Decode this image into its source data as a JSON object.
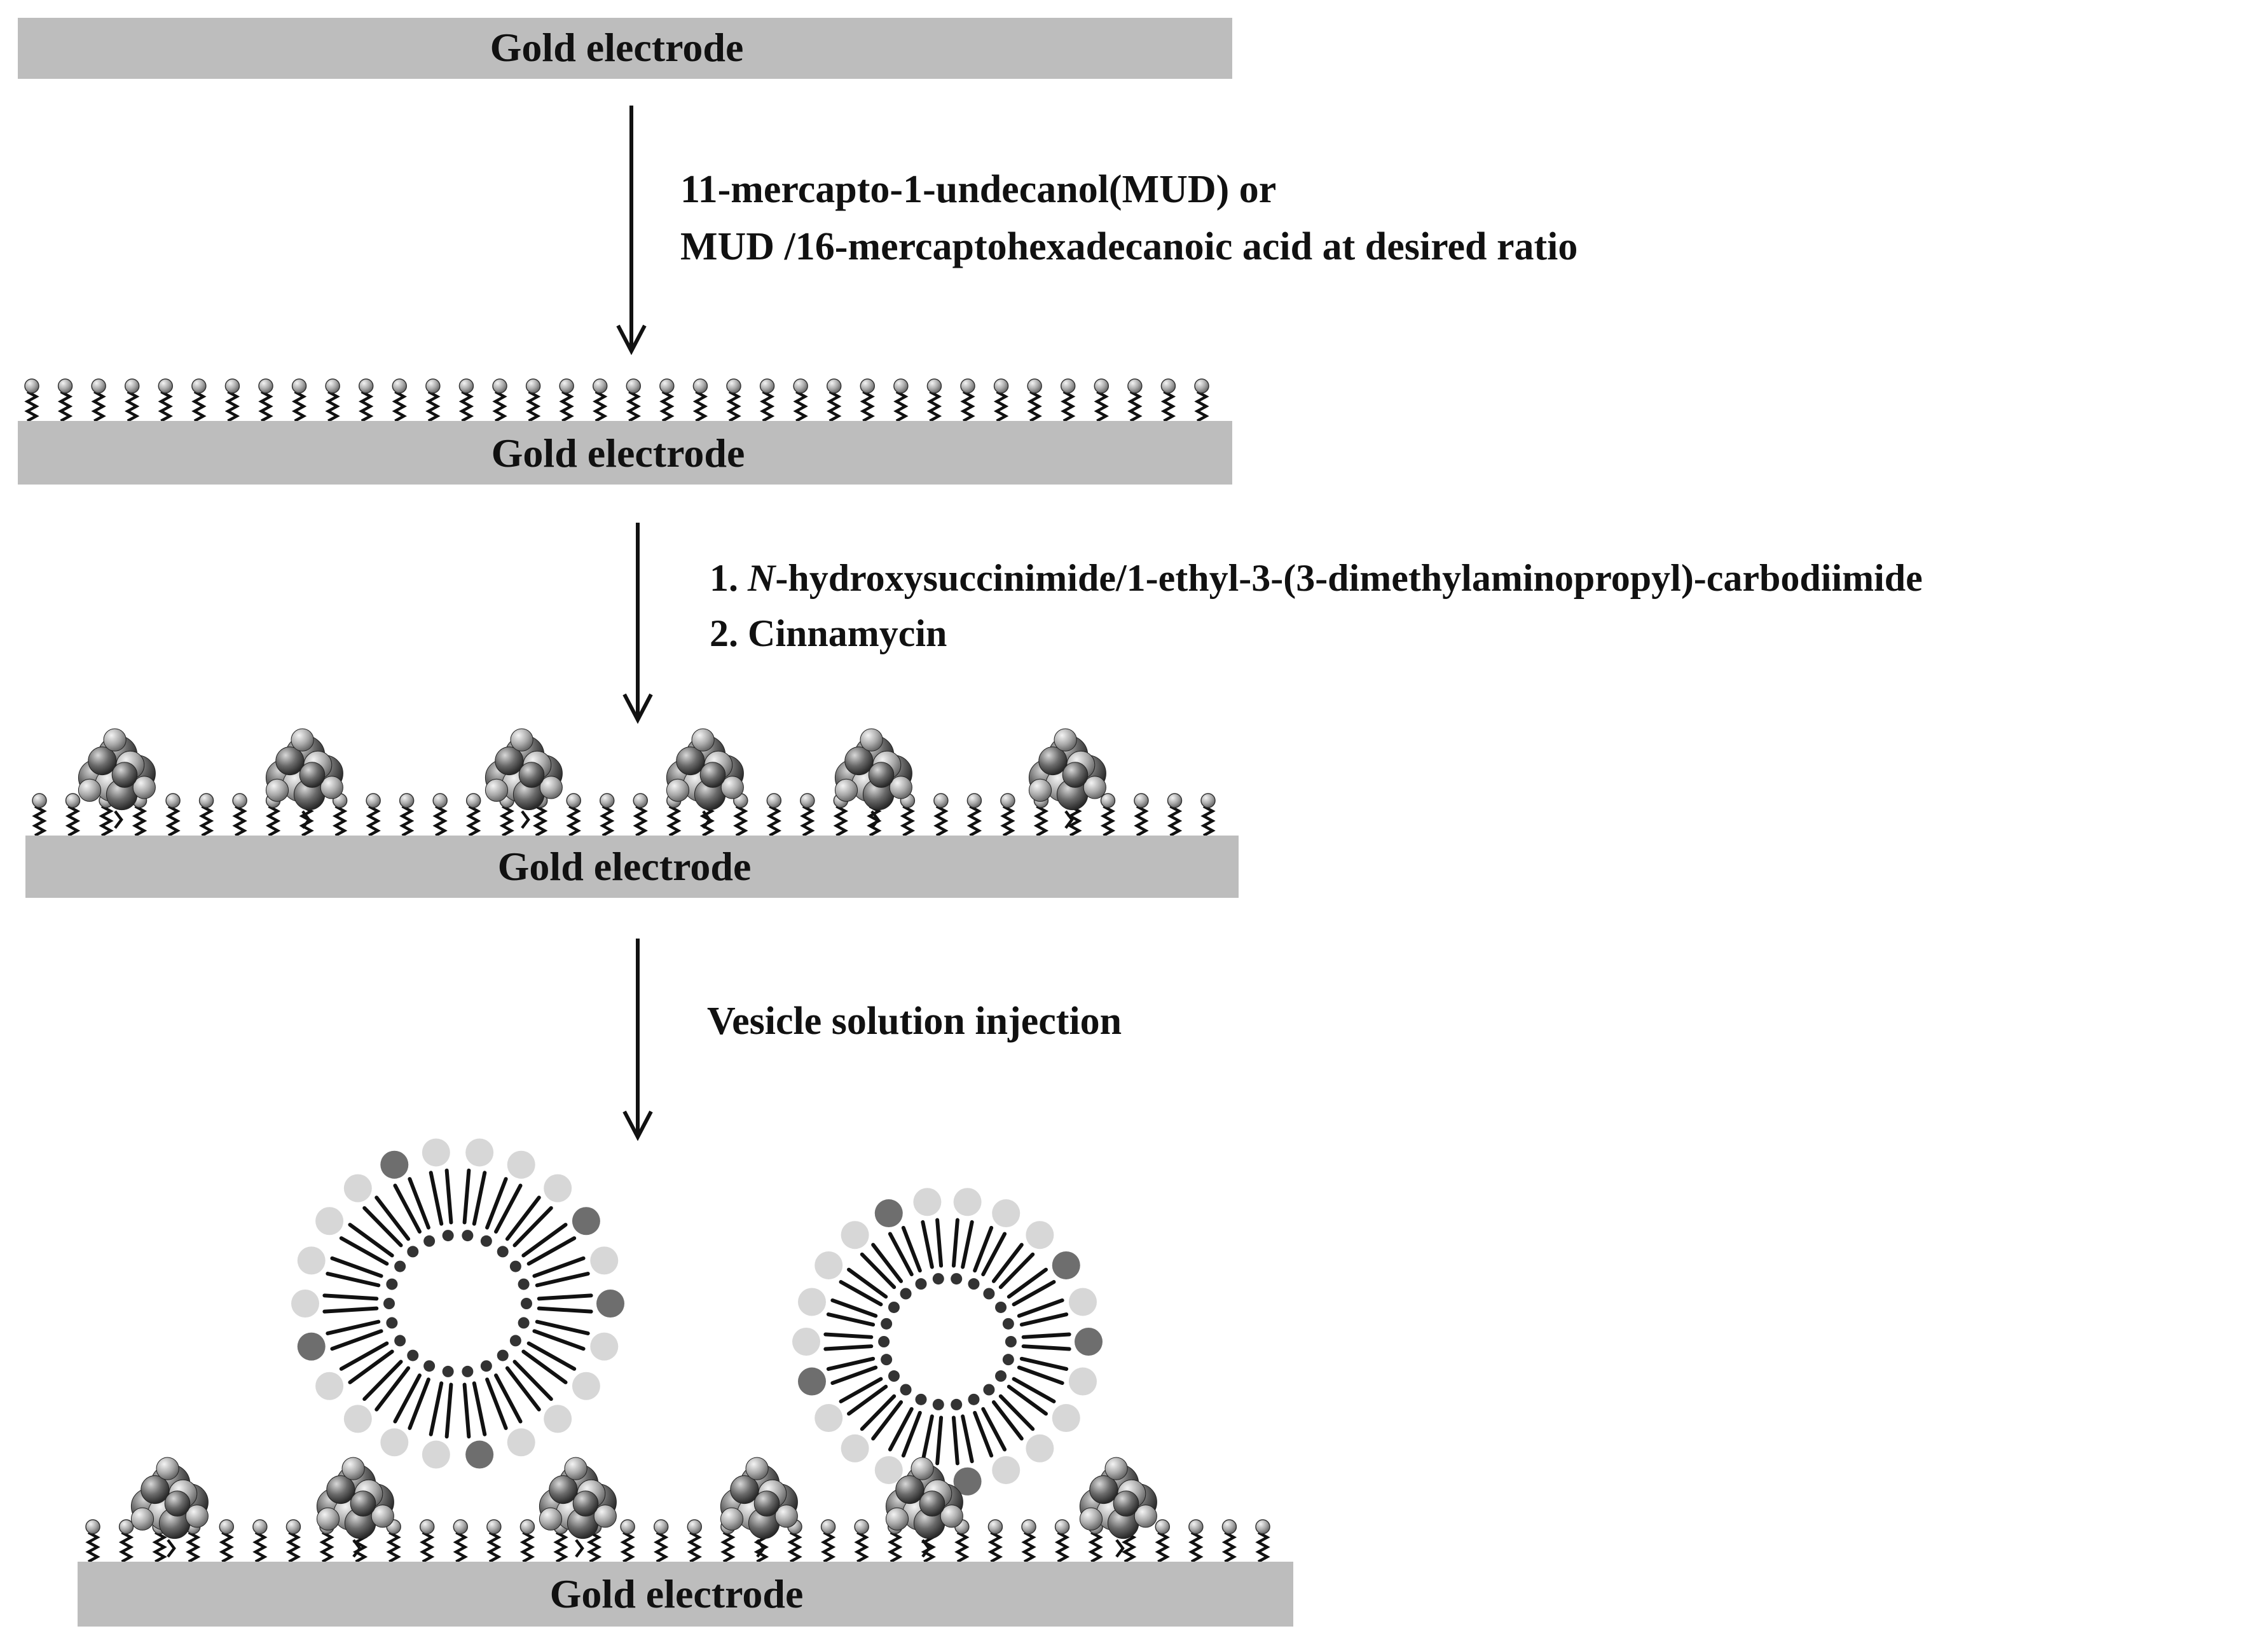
{
  "electrodes": [
    {
      "label": "Gold electrode"
    },
    {
      "label": "Gold electrode"
    },
    {
      "label": "Gold electrode"
    },
    {
      "label": "Gold electrode"
    }
  ],
  "steps": [
    {
      "line1": "11-mercapto-1-undecanol(MUD) or",
      "line2": "MUD /16-mercaptohexadecanoic acid at desired ratio"
    },
    {
      "line1_prefix": "1. ",
      "line1_italic": "N",
      "line1_rest": "-hydroxysuccinimide/1-ethyl-3-(3-dimethylaminopropyl)-carbodiimide",
      "line2": "2. Cinnamycin"
    },
    {
      "line1": "Vesicle solution injection"
    }
  ],
  "colors": {
    "electrode": "#bdbdbd",
    "head_light": "#d7d7d7",
    "head_dark": "#6e6e6e",
    "protein": "#555555"
  }
}
